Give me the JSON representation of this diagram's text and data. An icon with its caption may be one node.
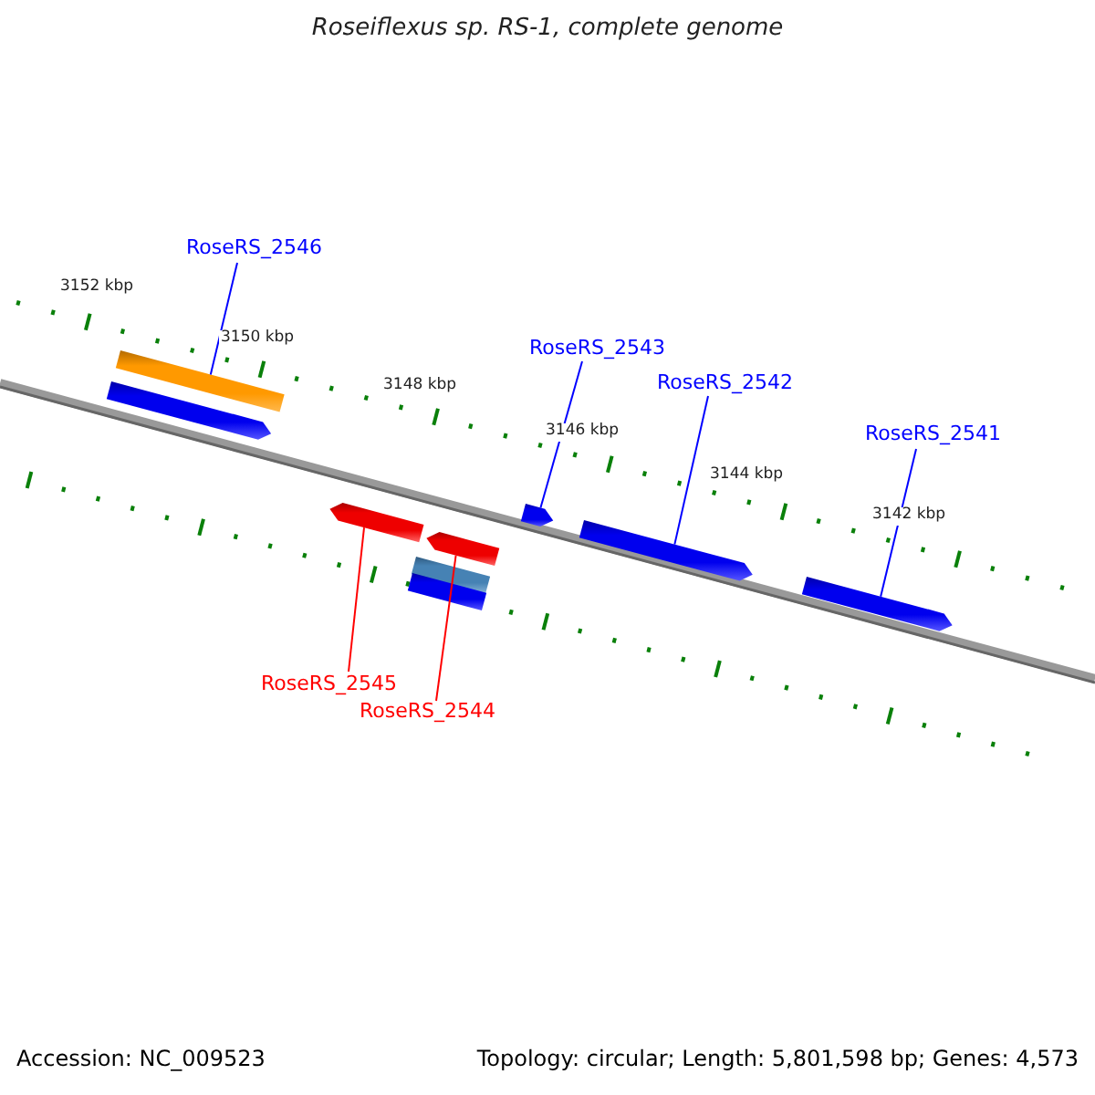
{
  "diagram": {
    "title": "Roseiflexus sp. RS-1, complete genome",
    "nodes": [
      {
        "text": [
          "RoseRS_2546"
        ]
      },
      {
        "text": [
          "RoseRS_2543"
        ]
      },
      {
        "text": [
          "RoseRS_2542"
        ]
      },
      {
        "text": [
          "RoseRS_2541"
        ]
      },
      {
        "text": [
          "RoseRS_2545"
        ]
      },
      {
        "text": [
          "RoseRS_2544"
        ]
      },
      {
        "text": [],
        "shape": "bar"
      },
      {
        "text": [],
        "shape": "bar"
      },
      {
        "text": [],
        "shape": "bar"
      },
      {
        "text": [],
        "shape": "bar"
      },
      {
        "text": [],
        "shape": "bar"
      },
      {
        "text": [],
        "shape": "bar"
      },
      {
        "text": [],
        "shape": "bar"
      },
      {
        "text": [],
        "shape": "bar"
      },
      {
        "text": [],
        "shape": "bar"
      }
    ],
    "edges": [
      {
        "from": 0,
        "to": 6,
        "arrow": "none",
        "color": "#0000ff"
      },
      {
        "from": 1,
        "to": 12,
        "arrow": "none",
        "color": "#0000ff"
      },
      {
        "from": 2,
        "to": 13,
        "arrow": "none",
        "color": "#0000ff"
      },
      {
        "from": 3,
        "to": 14,
        "arrow": "none",
        "color": "#0000ff"
      },
      {
        "from": 4,
        "to": 8,
        "arrow": "none",
        "color": "#ff0000"
      },
      {
        "from": 5,
        "to": 9,
        "arrow": "none",
        "color": "#ff0000"
      }
    ],
    "labels": [
      "3152 kbp",
      "3150 kbp",
      "3148 kbp",
      "3146 kbp",
      "3144 kbp",
      "3142 kbp",
      "Accession: NC_009523",
      "Topology: circular; Length: 5,801,598 bp; Genes: 4,573"
    ]
  }
}
